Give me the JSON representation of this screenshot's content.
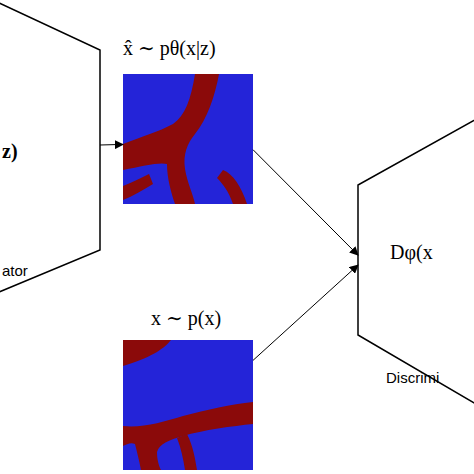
{
  "diagram": {
    "nodes": [
      {
        "text": [
          "z)",
          "ator"
        ]
      },
      {
        "text": [
          "x̂ ∼ pθ(x|z)"
        ]
      },
      {
        "text": [
          "x ∼ p(x)"
        ]
      },
      {
        "text": [
          "Dφ(x",
          "Discrimi"
        ]
      }
    ],
    "edges": [
      {
        "from": 0,
        "to": 1,
        "arrow": "to"
      },
      {
        "from": 1,
        "to": 3,
        "arrow": "to"
      },
      {
        "from": 2,
        "to": 3,
        "arrow": "to"
      }
    ]
  }
}
